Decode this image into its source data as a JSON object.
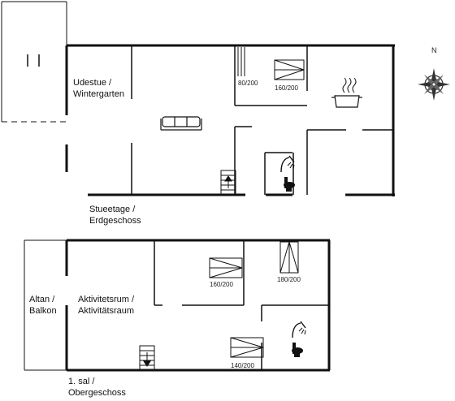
{
  "ground_floor": {
    "room_udestue": "Udestue /",
    "room_wintergarten": "Wintergarten",
    "bed_single": "80/200",
    "bed_double": "160/200",
    "floor_name_line1": "Stueetage /",
    "floor_name_line2": "Erdgeschoss"
  },
  "first_floor": {
    "room_altan": "Altan /",
    "room_balkon": "Balkon",
    "room_aktivitetsrum": "Aktivitetsrum /",
    "room_aktivitaetsraum": "Aktivitätsraum",
    "bed_a": "160/200",
    "bed_b": "180/200",
    "bed_c": "140/200",
    "floor_name_line1": "1. sal /",
    "floor_name_line2": "Obergeschoss"
  },
  "compass": {
    "north_label": "N"
  }
}
